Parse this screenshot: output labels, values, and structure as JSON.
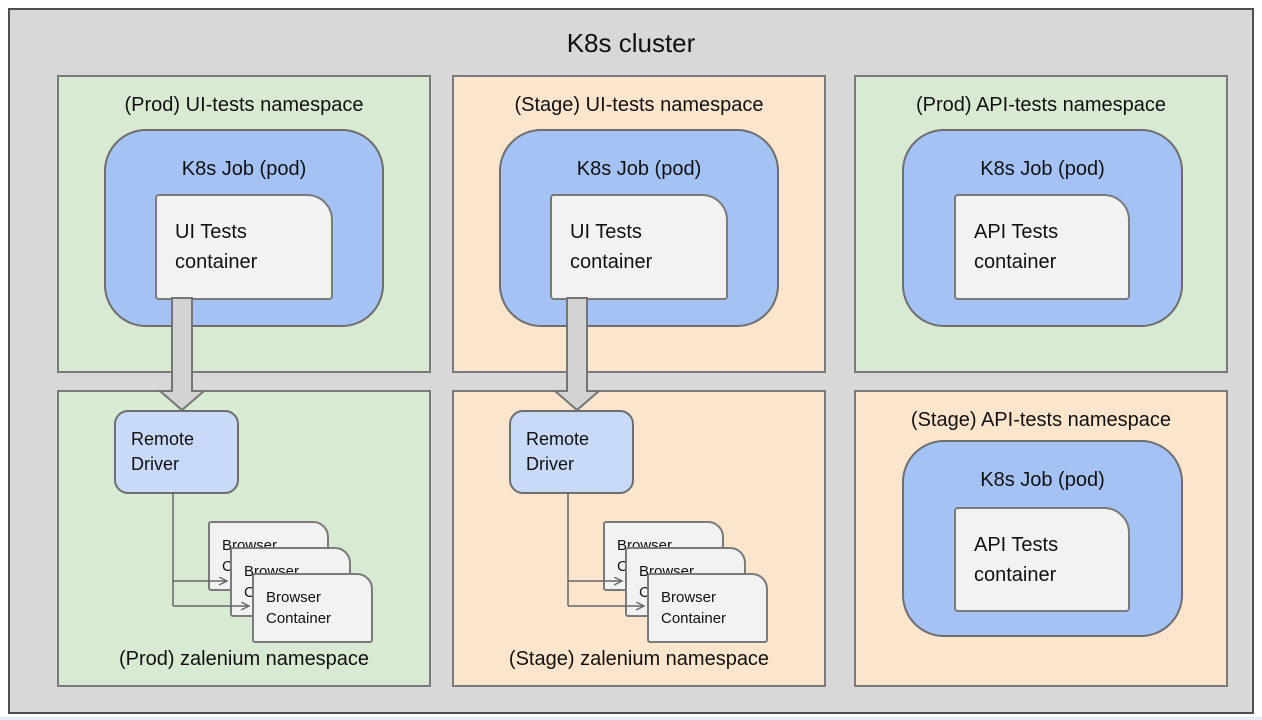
{
  "diagram_title": "K8s cluster",
  "colors": {
    "cluster_background": "#d8d8d8",
    "prod_namespace_fill": "#d9ead3",
    "stage_namespace_fill": "#fce5cd",
    "k8s_job_fill": "#a4c2f4",
    "remote_driver_fill": "#c9daf8",
    "container_fill": "#f2f2f2",
    "namespace_border": "#7a7a7a",
    "flow_arrow_fill": "#d3d3d3",
    "connector_stroke": "#666666"
  },
  "namespaces": [
    {
      "label": "(Prod) UI-tests namespace",
      "env": "prod",
      "pod": {
        "label": "K8s Job (pod)",
        "container": {
          "line1": "UI Tests",
          "line2": "container"
        }
      }
    },
    {
      "label": "(Stage) UI-tests namespace",
      "env": "stage",
      "pod": {
        "label": "K8s Job (pod)",
        "container": {
          "line1": "UI Tests",
          "line2": "container"
        }
      }
    },
    {
      "label": "(Prod) API-tests namespace",
      "env": "prod",
      "pod": {
        "label": "K8s Job (pod)",
        "container": {
          "line1": "API Tests",
          "line2": "container"
        }
      }
    },
    {
      "label": "(Prod) zalenium namespace",
      "env": "prod",
      "remote_driver": {
        "line1": "Remote",
        "line2": "Driver"
      },
      "browser_containers": [
        {
          "line1": "Browser",
          "line2": "Container"
        },
        {
          "line1": "Browser",
          "line2": "Container"
        },
        {
          "line1": "Browser",
          "line2": "Container"
        }
      ]
    },
    {
      "label": "(Stage) zalenium namespace",
      "env": "stage",
      "remote_driver": {
        "line1": "Remote",
        "line2": "Driver"
      },
      "browser_containers": [
        {
          "line1": "Browser",
          "line2": "Container"
        },
        {
          "line1": "Browser",
          "line2": "Container"
        },
        {
          "line1": "Browser",
          "line2": "Container"
        }
      ]
    },
    {
      "label": "(Stage) API-tests namespace",
      "env": "stage",
      "pod": {
        "label": "K8s Job (pod)",
        "container": {
          "line1": "API Tests",
          "line2": "container"
        }
      }
    }
  ]
}
